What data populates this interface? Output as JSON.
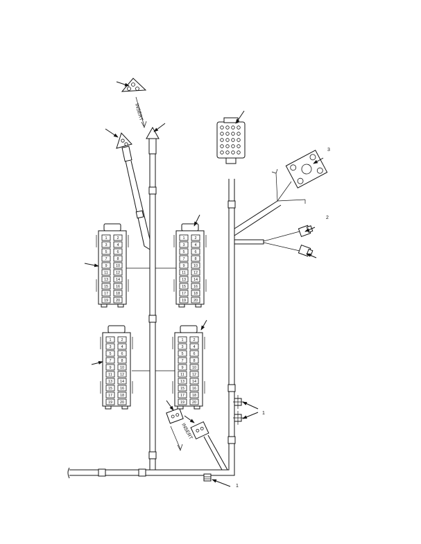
{
  "connector_pins": {
    "left": [
      "1",
      "2",
      "3",
      "4",
      "5",
      "6",
      "7",
      "8",
      "9",
      "10",
      "11",
      "12",
      "13",
      "14",
      "15",
      "16",
      "17",
      "18",
      "19",
      "20"
    ],
    "right": [
      "1",
      "2",
      "3",
      "4",
      "5",
      "6",
      "7",
      "8",
      "9",
      "10",
      "11",
      "12",
      "13",
      "14",
      "15",
      "16",
      "17",
      "18",
      "19",
      "20"
    ]
  },
  "insert_labels": [
    "INSERT",
    "INSERT"
  ],
  "callouts": [
    "3",
    "2",
    "1",
    "1"
  ],
  "colors": {
    "line": "#111111",
    "background": "#ffffff"
  }
}
